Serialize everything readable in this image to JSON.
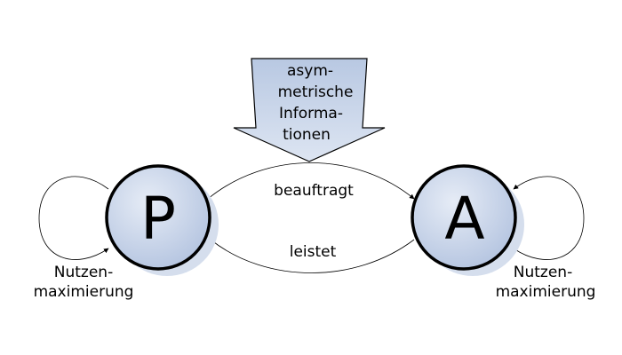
{
  "nodes": {
    "principal": {
      "letter": "P"
    },
    "agent": {
      "letter": "A"
    }
  },
  "info_arrow": {
    "lines": [
      "asym-",
      "metrische",
      "Informa-",
      "tionen"
    ]
  },
  "edges": {
    "commissions": {
      "label": "beauftragt"
    },
    "performs": {
      "label": "leistet"
    }
  },
  "self_loops": {
    "principal": {
      "lines": [
        "Nutzen-",
        "maximierung"
      ]
    },
    "agent": {
      "lines": [
        "Nutzen-",
        "maximierung"
      ]
    }
  },
  "colors": {
    "node_fill": "#c3d0e6",
    "node_highlight": "#e6ecf6",
    "shadow": "#d5deed",
    "arrow_fill": "#c3d0e6",
    "stroke": "#000000"
  }
}
